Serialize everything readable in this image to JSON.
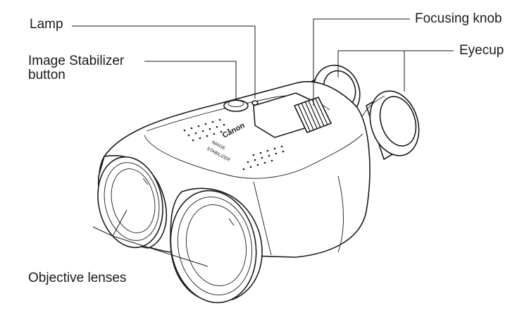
{
  "labels": {
    "lamp": "Lamp",
    "stabilizer_line1": "Image Stabilizer",
    "stabilizer_line2": "button",
    "focusing_knob": "Focusing knob",
    "eyecup": "Eyecup",
    "objective_lenses": "Objective lenses"
  },
  "body_marks": {
    "brand": "Canon",
    "stabilizer_mark_line1": "IMAGE",
    "stabilizer_mark_line2": "STABILIZER"
  },
  "colors": {
    "ink": "#1a1a1a",
    "background": "#ffffff"
  }
}
